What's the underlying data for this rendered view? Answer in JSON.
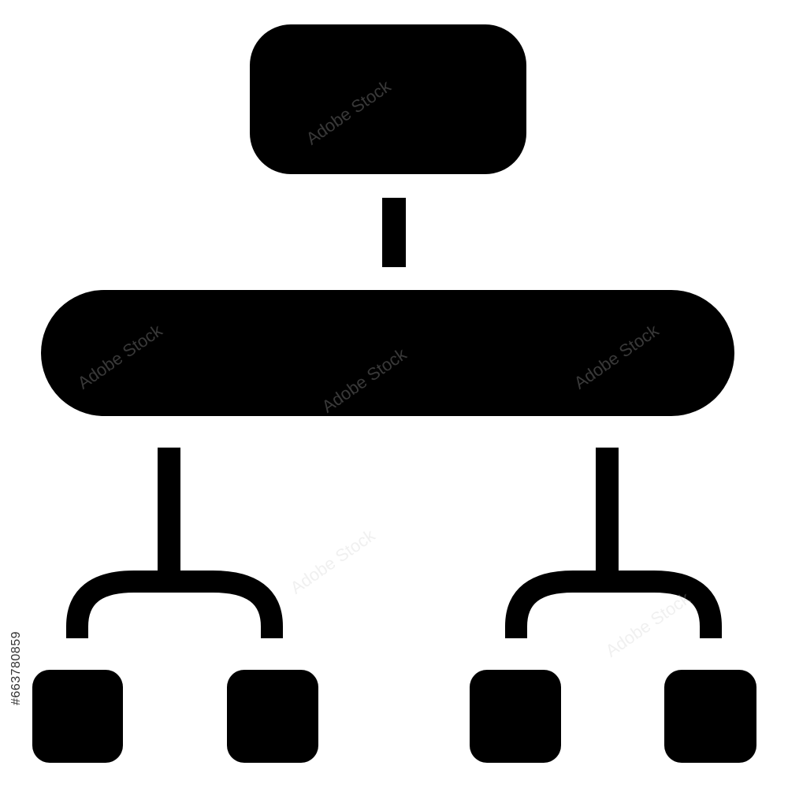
{
  "colors": {
    "foreground": "#000000",
    "background": "#ffffff",
    "watermark": "#c8c8c8"
  },
  "icon": {
    "name": "hierarchy-structure-icon",
    "nodes": {
      "top": "top-node",
      "middle": "middle-bar-node",
      "leaves": [
        "leaf-node-1",
        "leaf-node-2",
        "leaf-node-3",
        "leaf-node-4"
      ]
    }
  },
  "watermark": {
    "text": "Adobe Stock",
    "stock_id": "#663780859"
  }
}
